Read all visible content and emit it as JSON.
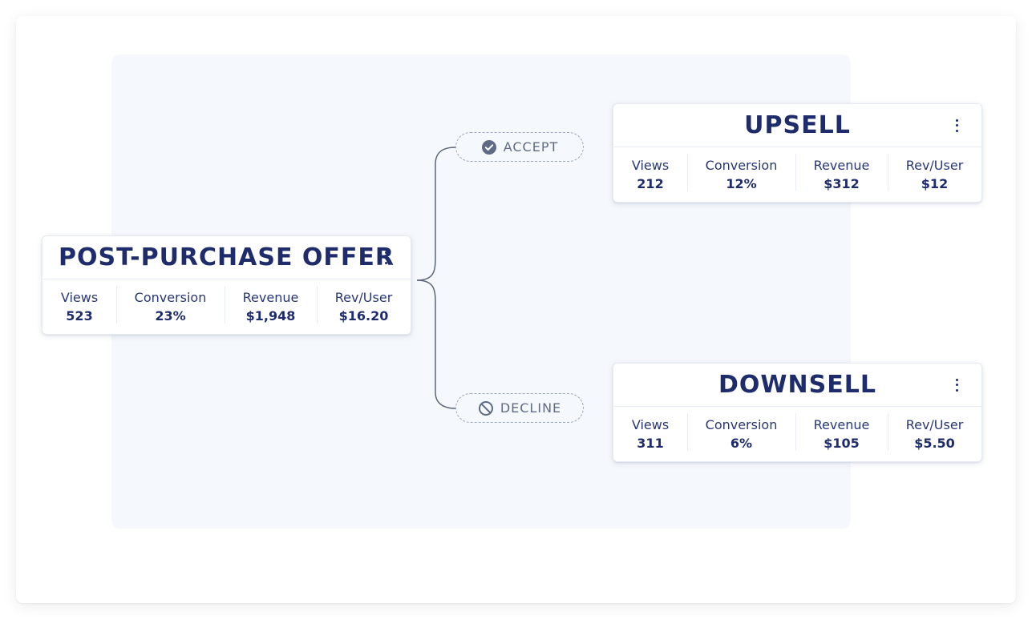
{
  "nodes": {
    "main": {
      "title": "POST-PURCHASE OFFER",
      "stats": [
        {
          "label": "Views",
          "value": "523"
        },
        {
          "label": "Conversion",
          "value": "23%"
        },
        {
          "label": "Revenue",
          "value": "$1,948"
        },
        {
          "label": "Rev/User",
          "value": "$16.20"
        }
      ]
    },
    "upsell": {
      "title": "UPSELL",
      "stats": [
        {
          "label": "Views",
          "value": "212"
        },
        {
          "label": "Conversion",
          "value": "12%"
        },
        {
          "label": "Revenue",
          "value": "$312"
        },
        {
          "label": "Rev/User",
          "value": "$12"
        }
      ]
    },
    "downsell": {
      "title": "DOWNSELL",
      "stats": [
        {
          "label": "Views",
          "value": "311"
        },
        {
          "label": "Conversion",
          "value": "6%"
        },
        {
          "label": "Revenue",
          "value": "$105"
        },
        {
          "label": "Rev/User",
          "value": "$5.50"
        }
      ]
    }
  },
  "branches": {
    "accept": {
      "label": "ACCEPT",
      "icon": "check-circle-icon"
    },
    "decline": {
      "label": "DECLINE",
      "icon": "ban-icon"
    }
  },
  "colors": {
    "title": "#1f2c6b",
    "canvas": "#f5f8fc",
    "pill_border": "#9aa6bd",
    "pill_text": "#5f6b86",
    "connector": "#5c6678"
  }
}
